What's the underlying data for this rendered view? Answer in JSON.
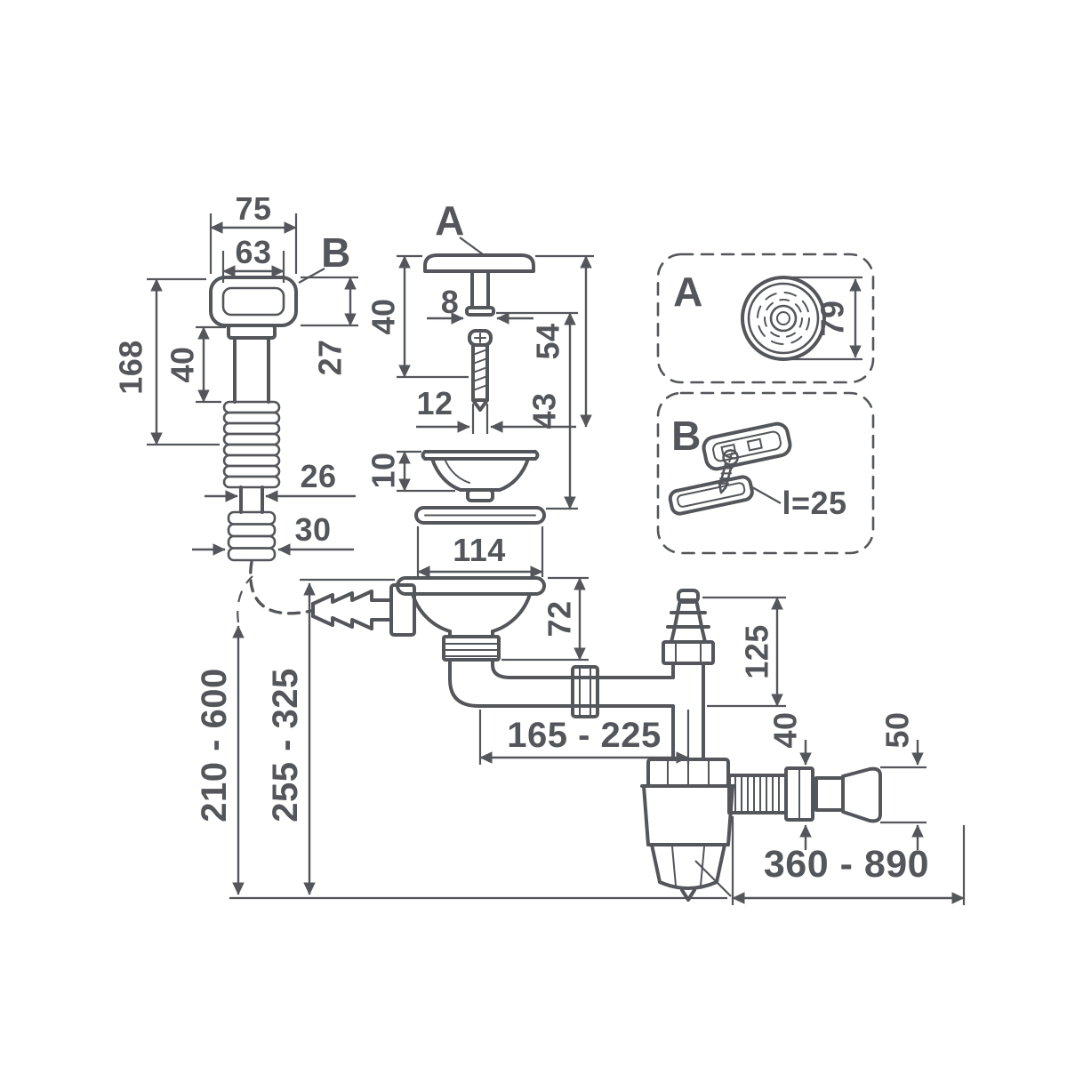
{
  "canvas": {
    "background": "#ffffff",
    "line_color": "#53565a"
  },
  "diagram": {
    "kind": "technical-dimension-drawing",
    "subject": "Sink strainer waste with overflow, flexible hose and bottle trap",
    "views": {
      "overflow_assembly": {
        "head_width": "75",
        "head_inner_width": "63",
        "detail_ref": "B",
        "head_height": "27",
        "neck_length": "40",
        "assembly_height": "168",
        "hose_tail_diameter": "26",
        "hose_end_diameter": "30"
      },
      "plug_stack": {
        "detail_ref": "A",
        "cap_height": "40",
        "stem_diameter": "8",
        "screw_length": "12",
        "stack_height_a": "54",
        "stack_height_b": "43",
        "basket_height": "10",
        "flange_diameter": "114"
      },
      "trap_assembly": {
        "body_height": "72",
        "branch_height": "125",
        "horizontal_run": "165 - 225",
        "overflow_hose_length": "210 - 600",
        "trap_depth_range": "255 - 325",
        "outlet_diameter_40": "40",
        "outlet_diameter_50": "50",
        "outlet_reach": "360 - 890"
      }
    },
    "inset_a": {
      "label": "A",
      "cover_diameter": "79"
    },
    "inset_b": {
      "label": "B",
      "screw_length": "l=25"
    }
  }
}
